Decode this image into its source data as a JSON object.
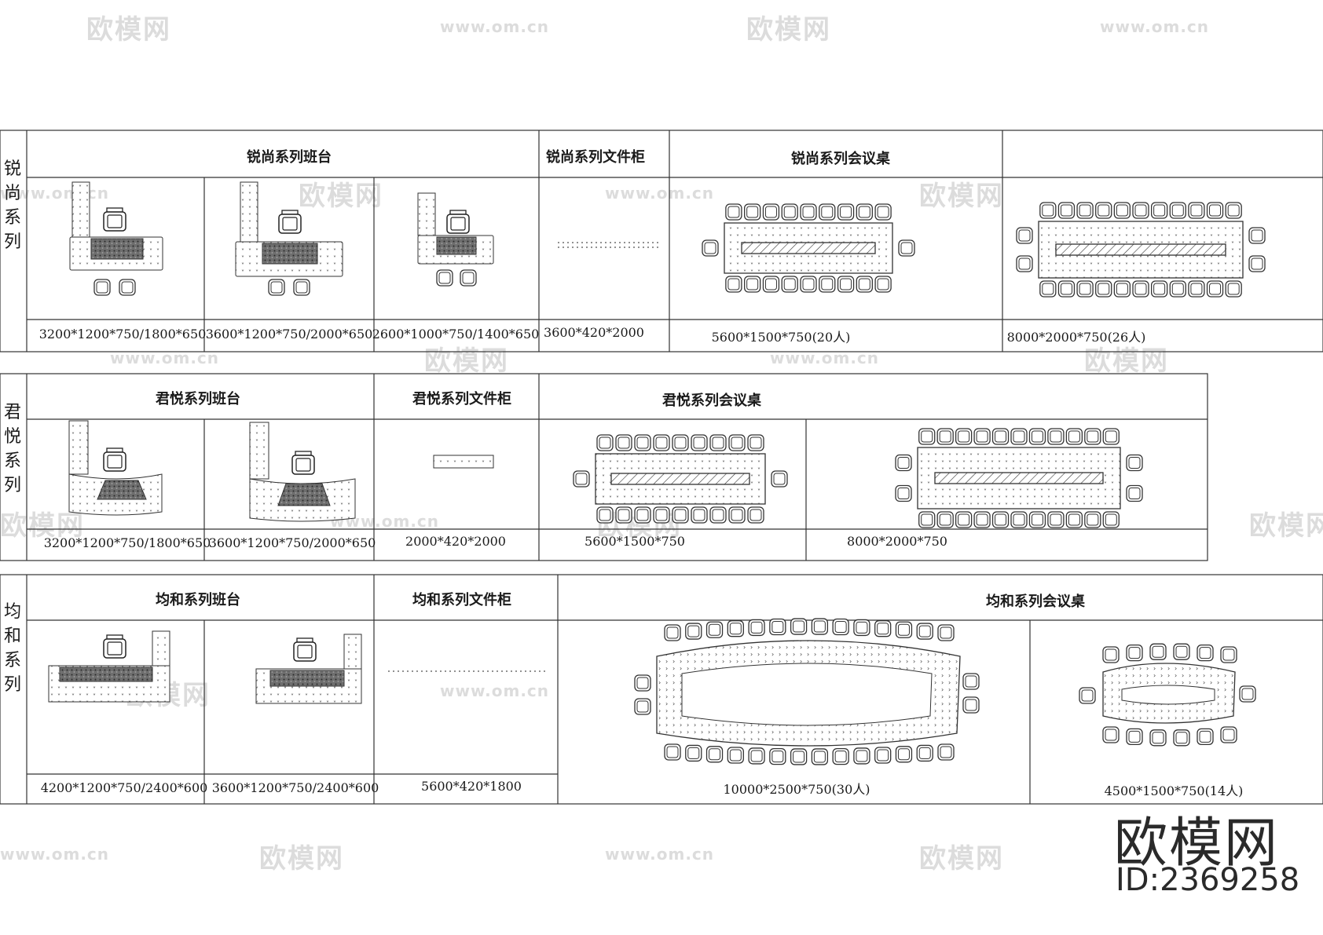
{
  "watermark": {
    "brand": "欧模网",
    "url": "www.om.cn"
  },
  "rows": [
    {
      "id": "ruishang",
      "series_label": "锐尚系列",
      "headers": [
        "锐尚系列班台",
        "锐尚系列文件柜",
        "锐尚系列会议桌",
        ""
      ],
      "dims": [
        "3200*1200*750/1800*650",
        "3600*1200*750/2000*650",
        "2600*1000*750/1400*650",
        "3600*420*2000",
        "5600*1500*750(20人)",
        "8000*2000*750(26人)"
      ]
    },
    {
      "id": "junyue",
      "series_label": "君悦系列",
      "headers": [
        "君悦系列班台",
        "君悦系列文件柜",
        "君悦系列会议桌"
      ],
      "dims": [
        "3200*1200*750/1800*650",
        "3600*1200*750/2000*650",
        "2000*420*2000",
        "5600*1500*750",
        "8000*2000*750"
      ]
    },
    {
      "id": "junhe",
      "series_label": "均和系列",
      "headers": [
        "均和系列班台",
        "均和系列文件柜",
        "均和系列会议桌"
      ],
      "dims": [
        "4200*1200*750/2400*600",
        "3600*1200*750/2400*600",
        "5600*420*1800",
        "10000*2500*750(30人)",
        "4500*1500*750(14人)"
      ]
    }
  ],
  "brand_mark": {
    "name": "欧模网",
    "id": "ID:2369258"
  }
}
